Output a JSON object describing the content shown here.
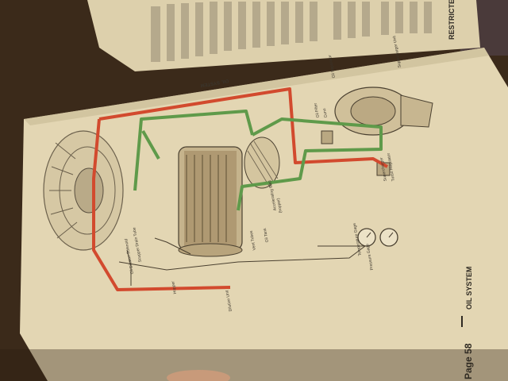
{
  "photo": {
    "restricted_stamp": "RESTRICTED",
    "page_footer": "Page 58",
    "section_footer": "OIL SYSTEM",
    "diagram_title": "OIL SYSTEM",
    "labels": {
      "supercharger_unit": "Supercharger Unit",
      "oil_separator": "Oil Separator",
      "oil_filter": "Oil Filter",
      "cuno": "Cuno",
      "turbo_regulator": "Turbo Regulator",
      "supercharger": "Supercharger",
      "temperature_gage": "Temperature Gage",
      "pressure_gage": "Pressure Gage",
      "vent_tubes": "Vent Tubes",
      "oil_tank": "Oil Tank",
      "accelerating_well": "Accelerating Well",
      "hopper": "(hopper)",
      "scupper_drain_tube": "Scupper Drain Tube",
      "oil_dilution_solenoid": "Oil Dilution Solenoid",
      "dilution_unit": "Dilution Unit",
      "hopper_lower": "Hopper"
    },
    "colors": {
      "page": "#e3d6b3",
      "red_line": "#d24a2e",
      "green_line": "#5f9a4a",
      "ink": "#3b352c"
    }
  }
}
